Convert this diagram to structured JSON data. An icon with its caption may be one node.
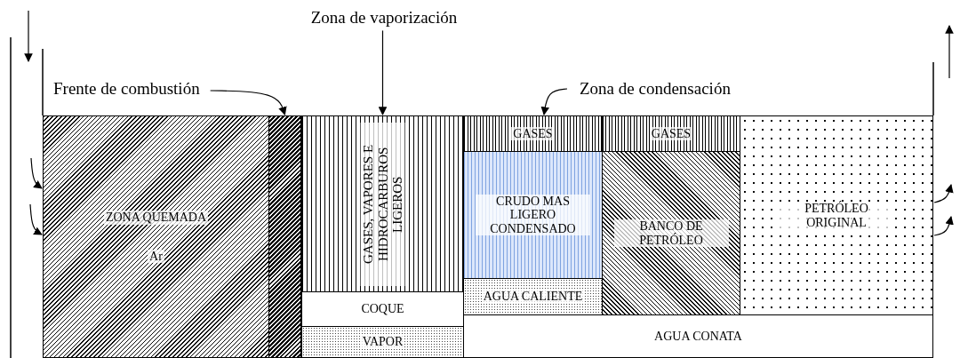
{
  "diagram": {
    "nodes": [
      {
        "text": [
          "Frente de combustión"
        ]
      },
      {
        "text": [],
        "shape": "bar"
      },
      {
        "text": [
          "Zona de vaporización"
        ]
      },
      {
        "text": [
          "GASES, VAPORES E HIDROCARBUROS LIGEROS"
        ]
      },
      {
        "text": [
          "Zona de condensación"
        ]
      },
      {
        "text": [
          "GASES"
        ]
      },
      {
        "text": [
          "GASES"
        ]
      },
      {
        "text": [
          "ZONA QUEMADA",
          "Ar"
        ]
      },
      {
        "text": [
          "COQUE"
        ]
      },
      {
        "text": [
          "VAPOR"
        ]
      },
      {
        "text": [
          "CRUDO MAS LIGERO CONDENSADO"
        ]
      },
      {
        "text": [
          "AGUA CALIENTE"
        ]
      },
      {
        "text": [
          "BANCO DE PETRÓLEO"
        ]
      },
      {
        "text": [
          "PETRÓLEO ORIGINAL"
        ]
      },
      {
        "text": [
          "AGUA CONATA"
        ]
      }
    ],
    "edges": [
      {
        "from": 0,
        "to": 1,
        "arrow": "to"
      },
      {
        "from": 2,
        "to": 3,
        "arrow": "to"
      },
      {
        "from": 4,
        "to": 5,
        "arrow": "to"
      },
      {
        "from": null,
        "to": 7,
        "arrow": "to"
      },
      {
        "from": null,
        "to": 7,
        "arrow": "to"
      },
      {
        "from": 13,
        "to": null,
        "arrow": "to"
      },
      {
        "from": 13,
        "to": null,
        "arrow": "to"
      }
    ]
  }
}
